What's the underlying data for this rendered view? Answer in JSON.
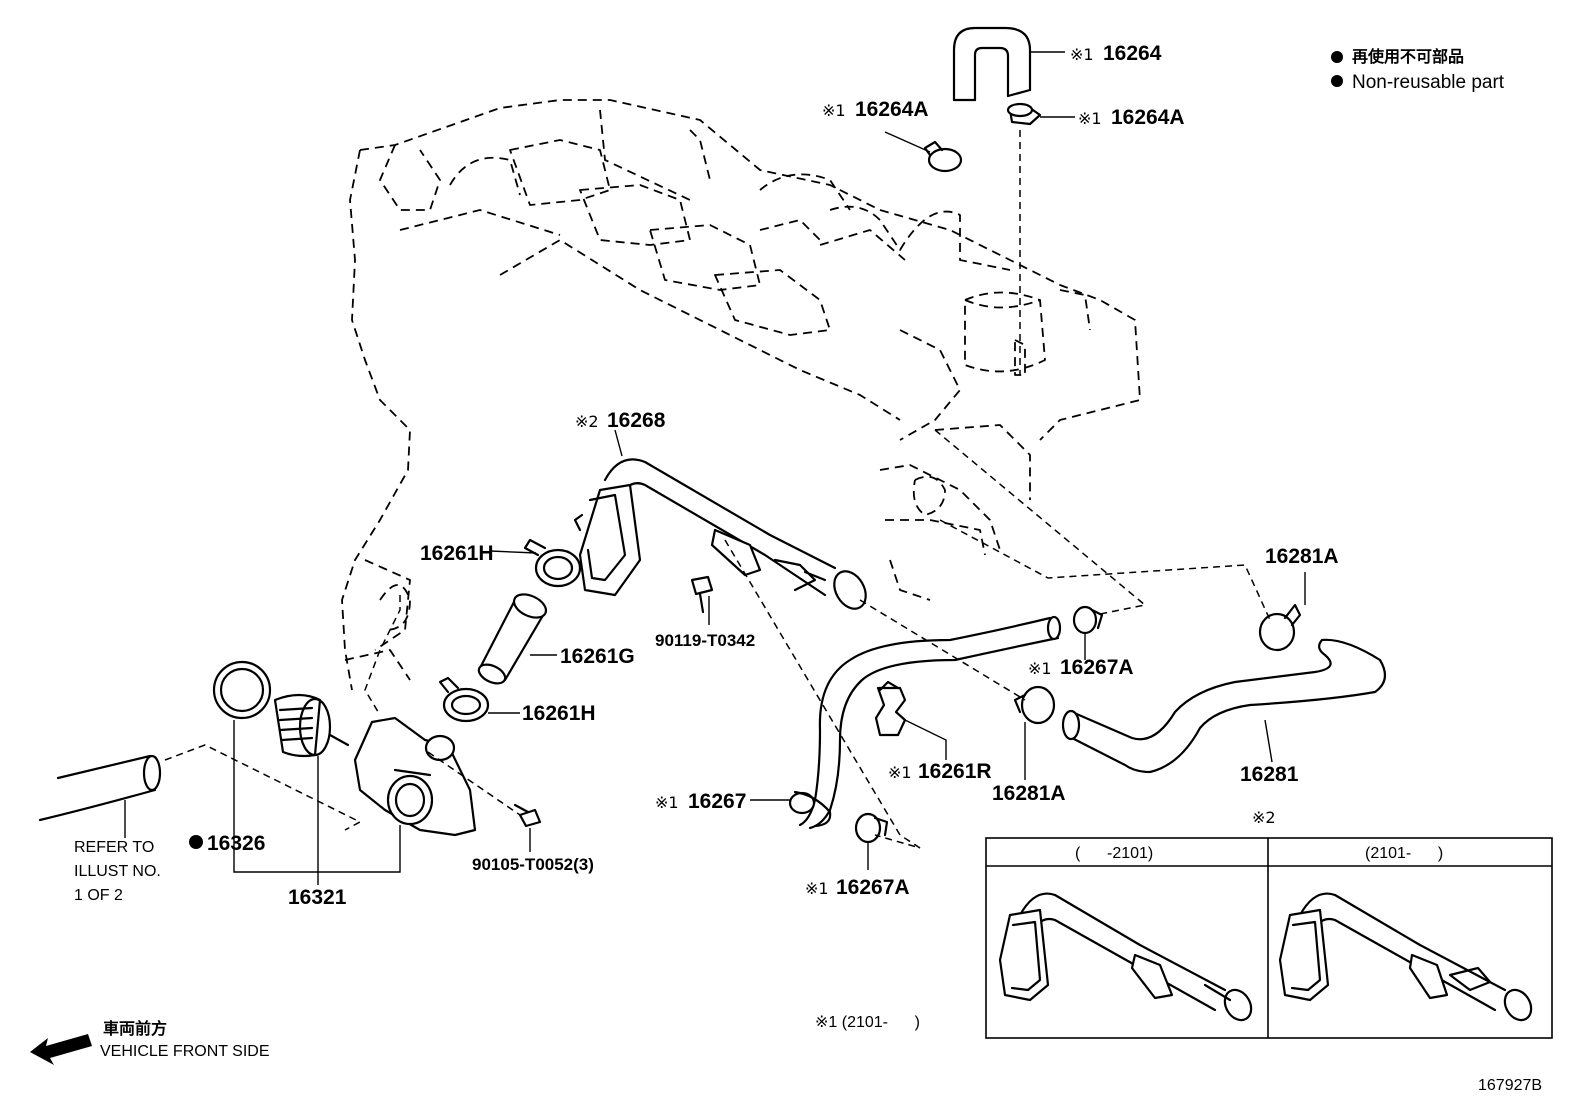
{
  "legend": {
    "jp": "再使用不可部品",
    "en": "Non-reusable part",
    "bullet_color": "#000000"
  },
  "mark1": "※1",
  "mark2": "※2",
  "parts": {
    "p16264": "16264",
    "p16264A_left": "16264A",
    "p16264A_right": "16264A",
    "p16268": "16268",
    "p16261H_top": "16261H",
    "p16261G": "16261G",
    "p16261H_bottom": "16261H",
    "p90119": "90119-T0342",
    "p16267A_upper": "16267A",
    "p16281A_upper": "16281A",
    "p16281A_lower": "16281A",
    "p16261R": "16261R",
    "p16281": "16281",
    "p16267": "16267",
    "p16267A_lower": "16267A",
    "p16326": "16326",
    "p16321": "16321",
    "p90105": "90105-T0052(3)"
  },
  "refer_note": [
    "REFER TO",
    "ILLUST NO.",
    "1 OF 2"
  ],
  "inset": {
    "left_header": "(      -2101)",
    "right_header": "(2101-      )"
  },
  "footnote": "※1 (2101-      )",
  "front": {
    "jp": "車両前方",
    "en": "VEHICLE FRONT SIDE"
  },
  "figure_id": "167927B"
}
